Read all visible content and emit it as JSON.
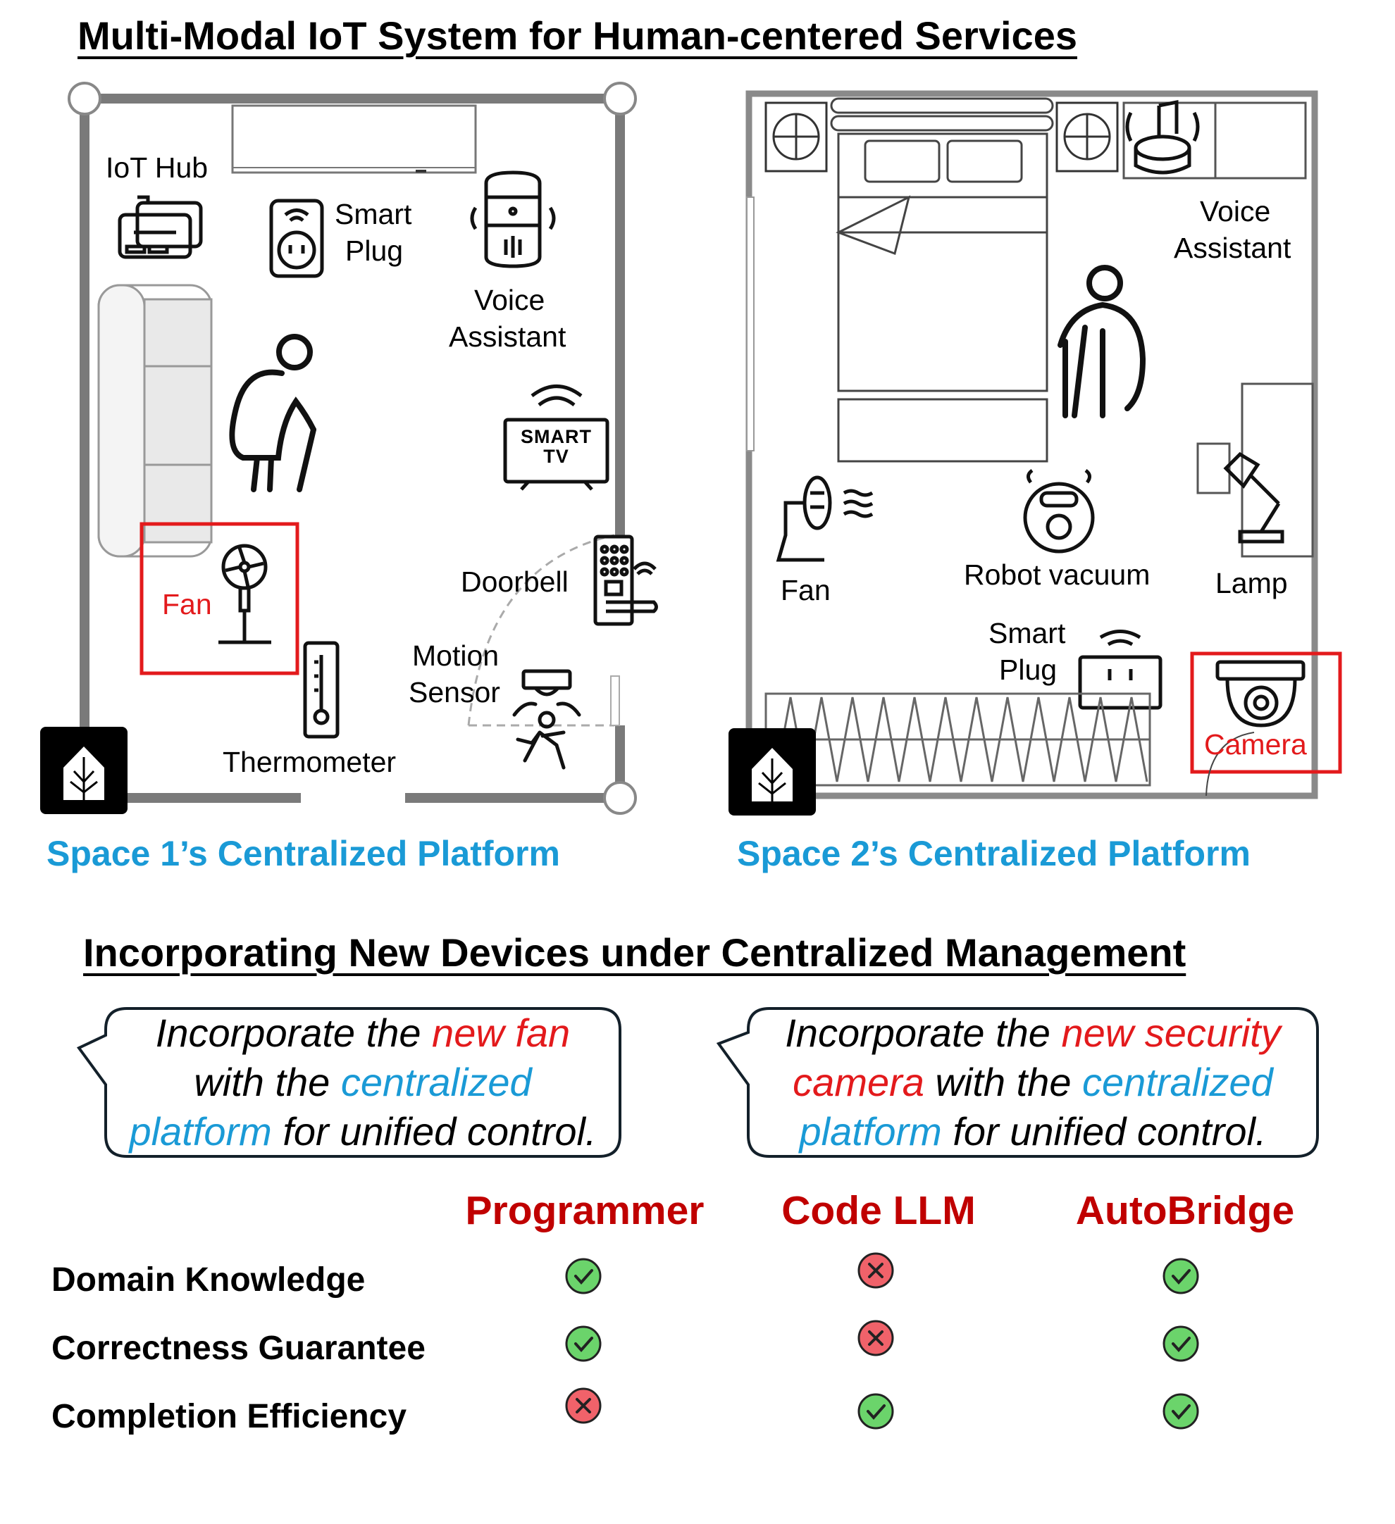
{
  "title_top": "Multi-Modal IoT System for Human-centered Services",
  "space1": {
    "labels": {
      "iot_hub": "IoT Hub",
      "smart_plug_1": "Smart",
      "smart_plug_2": "Plug",
      "voice_1": "Voice",
      "voice_2": "Assistant",
      "fan": "Fan",
      "doorbell": "Doorbell",
      "motion_1": "Motion",
      "motion_2": "Sensor",
      "thermometer": "Thermometer",
      "tv_1": "SMART",
      "tv_2": "TV"
    },
    "platform": "Space 1’s Centralized Platform"
  },
  "space2": {
    "labels": {
      "voice_1": "Voice",
      "voice_2": "Assistant",
      "fan": "Fan",
      "robot_vacuum": "Robot vacuum",
      "lamp": "Lamp",
      "smart_plug_1": "Smart",
      "smart_plug_2": "Plug",
      "camera": "Camera"
    },
    "platform": "Space 2’s Centralized Platform"
  },
  "title_bottom": "Incorporating New Devices under Centralized Management",
  "bubble1": {
    "p1": "Incorporate the ",
    "p2": "new fan",
    "p3": "with the ",
    "p4": "centralized",
    "p5": "platform",
    "p6": " for unified control."
  },
  "bubble2": {
    "p1": "Incorporate the ",
    "p2": "new security",
    "p3": "camera",
    "p4": " with the ",
    "p5": "centralized",
    "p6": "platform",
    "p7": " for unified control."
  },
  "table": {
    "columns": [
      "Programmer",
      "Code LLM",
      "AutoBridge"
    ],
    "rows": [
      {
        "label": "Domain Knowledge",
        "values": [
          true,
          false,
          true
        ]
      },
      {
        "label": "Correctness Guarantee",
        "values": [
          true,
          false,
          true
        ]
      },
      {
        "label": "Completion Efficiency",
        "values": [
          false,
          true,
          true
        ]
      }
    ]
  },
  "colors": {
    "highlight_red": "#e31a1c",
    "platform_blue": "#1a9ad6",
    "column_red": "#c00000",
    "check_green": "#6bd46b",
    "cross_red": "#f0626a"
  }
}
